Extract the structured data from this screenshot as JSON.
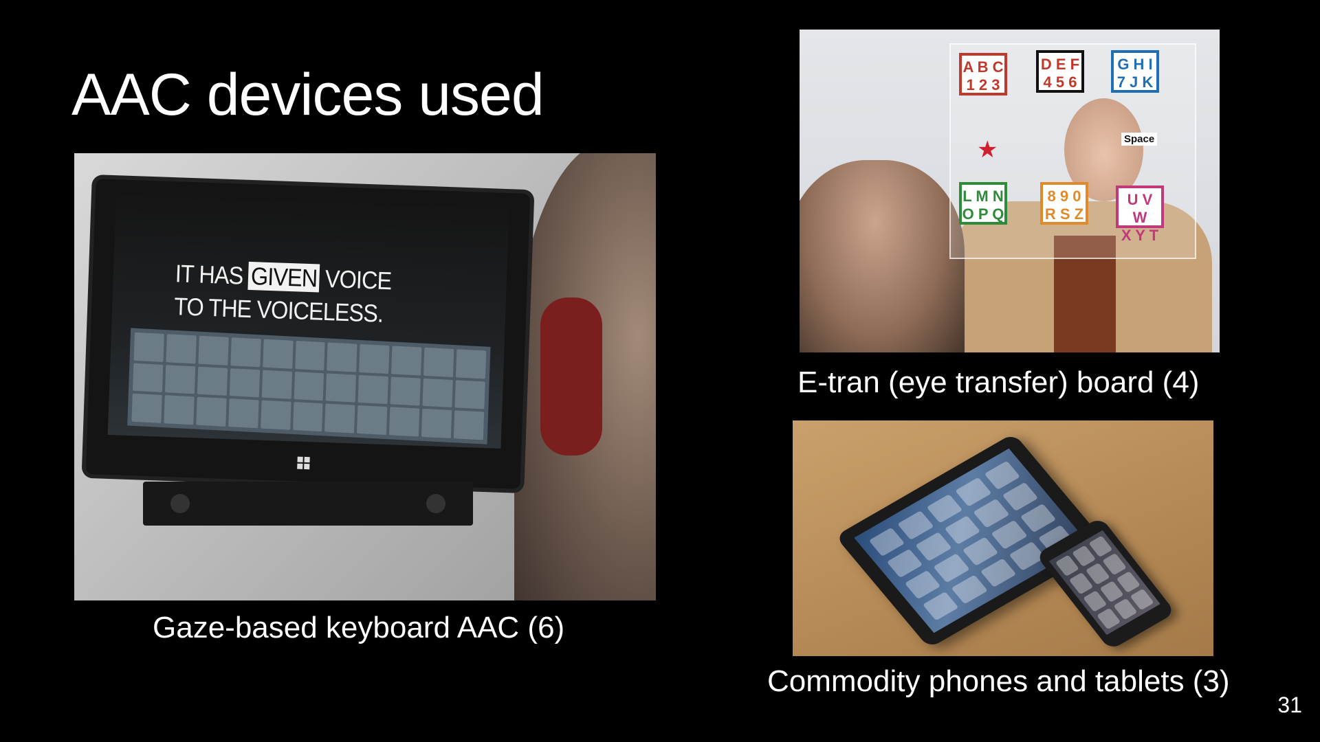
{
  "slide": {
    "title": "AAC devices used",
    "slide_number": "31"
  },
  "figures": [
    {
      "caption": "Gaze-based keyboard AAC (6)",
      "screen_text_line1_pre": "IT HAS ",
      "screen_text_highlight": "GIVEN",
      "screen_text_line1_post": " VOICE",
      "screen_text_line2": "TO THE VOICELESS."
    },
    {
      "caption": "E-tran (eye transfer) board (4)",
      "cards": [
        {
          "line1": "A B C",
          "line2": "1 2 3",
          "border": "#c0392b"
        },
        {
          "line1": "D E F",
          "line2": "4 5 6",
          "border": "#111111"
        },
        {
          "line1": "G H I",
          "line2": "7 J K",
          "border": "#1f6fb5"
        },
        {
          "line1": "L M N",
          "line2": "O P Q",
          "border": "#2e8b3a"
        },
        {
          "line1": "8 9 0",
          "line2": "R S Z",
          "border": "#e08a2b"
        },
        {
          "line1": "U V W",
          "line2": "X Y T",
          "border": "#c0397a"
        }
      ],
      "space_label": "Space"
    },
    {
      "caption": "Commodity phones and tablets (3)"
    }
  ]
}
